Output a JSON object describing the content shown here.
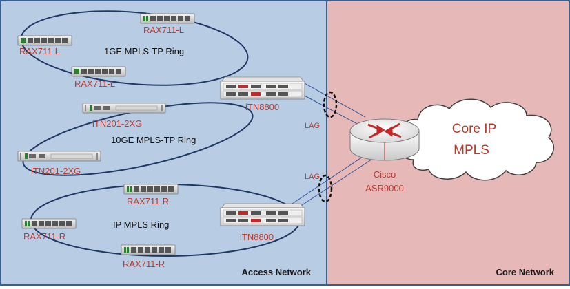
{
  "regions": {
    "access_label": "Access Network",
    "core_label": "Core Network",
    "access_color": "#b8cce4",
    "core_color": "#e6b9b8"
  },
  "rings": {
    "ring_1ge": "1GE MPLS-TP Ring",
    "ring_10ge": "10GE MPLS-TP Ring",
    "ring_ip": "IP MPLS Ring"
  },
  "devices": {
    "rax_top": "RAX711-L",
    "rax_left": "RAX711-L",
    "rax_mid": "RAX711-L",
    "itn201_upper": "iTN201-2XG",
    "itn201_lower": "iTN201-2XG",
    "itn8800_upper": "iTN8800",
    "itn8800_lower": "iTN8800",
    "raxr_top": "RAX711-R",
    "raxr_left": "RAX711-R",
    "raxr_bottom": "RAX711-R",
    "router_line1": "Cisco",
    "router_line2": "ASR9000"
  },
  "links": {
    "lag_upper": "LAG",
    "lag_lower": "LAG"
  },
  "cloud": {
    "line1": "Core IP",
    "line2": "MPLS"
  }
}
